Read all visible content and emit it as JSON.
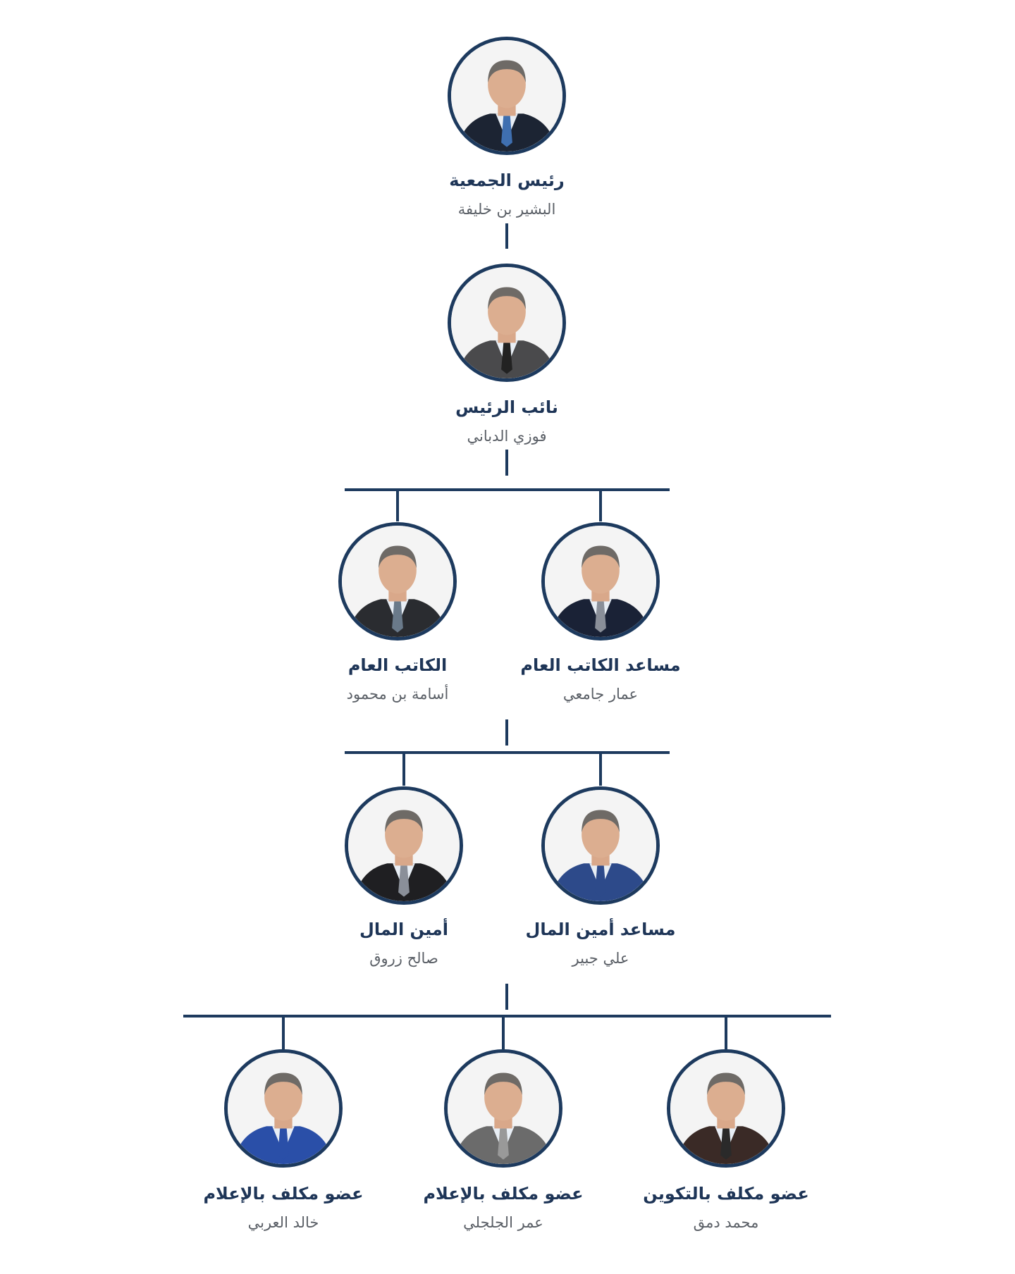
{
  "chart_title": "",
  "colors": {
    "accent": "#1d3a5e",
    "title": "#1e3557",
    "name": "#5a5f66"
  },
  "members": [
    {
      "title": "رئيس الجمعية",
      "name": "البشير بن خليفة",
      "suit": "#1c2433",
      "tie": "#3f6fb0"
    },
    {
      "title": "نائب الرئيس",
      "name": "فوزي الدباني",
      "suit": "#4a4a4c",
      "tie": "#222222"
    },
    {
      "title": "الكاتب العام",
      "name": "أسامة بن محمود",
      "suit": "#2a2c30",
      "tie": "#6a7a8a"
    },
    {
      "title": "مساعد الكاتب العام",
      "name": "عمار جامعي",
      "suit": "#1a2236",
      "tie": "#8a8f99"
    },
    {
      "title": "أمين المال",
      "name": "صالح زروق",
      "suit": "#1f1f22",
      "tie": "#8a8f99"
    },
    {
      "title": "مساعد أمين المال",
      "name": "علي جبير",
      "suit": "#2d4a8a",
      "tie": "#2d4a8a"
    },
    {
      "title": "عضو مكلف بالإعلام",
      "name": "خالد العربي",
      "suit": "#2a4fa8",
      "tie": "#2a4fa8"
    },
    {
      "title": "عضو مكلف بالإعلام",
      "name": "عمر الجلجلي",
      "suit": "#6b6b6b",
      "tie": "#999999"
    },
    {
      "title": "عضو مكلف بالتكوين",
      "name": "محمد دمق",
      "suit": "#3a2a26",
      "tie": "#2a2a2a"
    }
  ]
}
